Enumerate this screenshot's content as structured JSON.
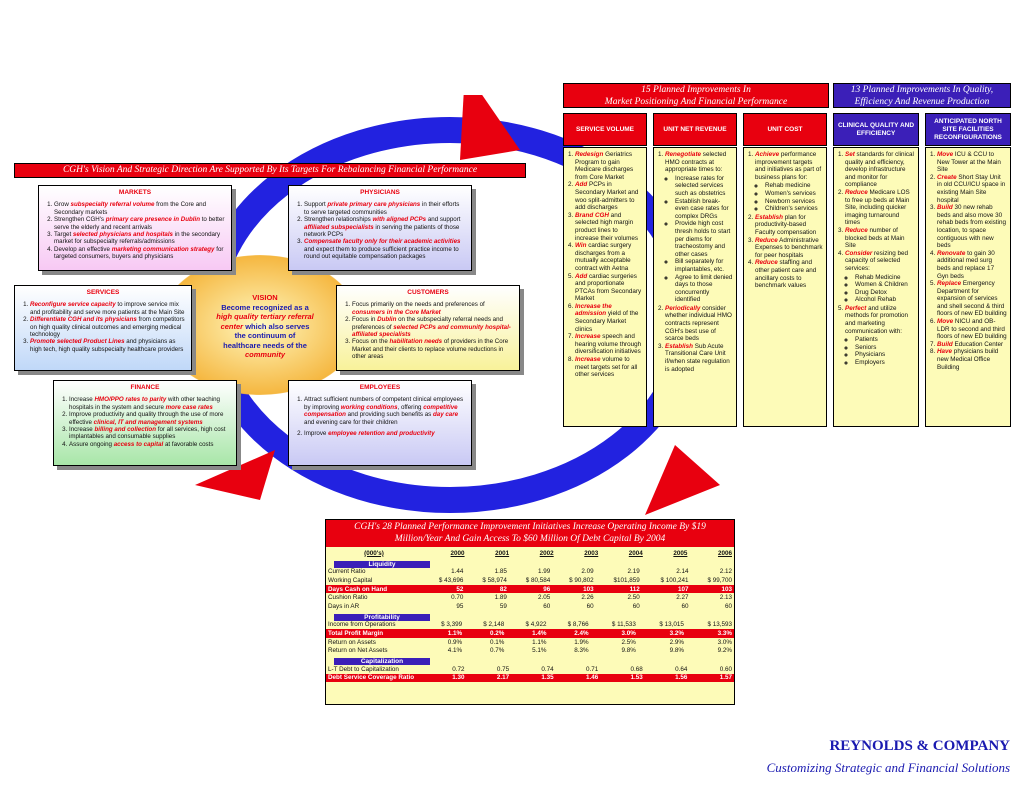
{
  "vision_header": "CGH's Vision And Strategic Direction Are Supported By Its Targets For Rebalancing Financial Performance",
  "positioning_header": "15 Planned Improvements In\nMarket Positioning And Financial Performance",
  "quality_header": "13 Planned Improvements In Quality, Efficiency And Revenue Production",
  "cols": [
    "SERVICE VOLUME",
    "UNIT NET REVENUE",
    "UNIT COST",
    "CLINICAL QUALITY AND EFFICIENCY",
    "ANTICIPATED NORTH SITE FACILITIES RECONFIGURATIONS"
  ],
  "vision": {
    "title": "VISION",
    "text": "Become recognized as a high quality tertiary referral center which also serves the continuum of healthcare needs of the community"
  },
  "boxes": {
    "markets": "MARKETS",
    "physicians": "PHYSICIANS",
    "services": "SERVICES",
    "customers": "CUSTOMERS",
    "finance": "FINANCE",
    "employees": "EMPLOYEES"
  },
  "table": {
    "title": "CGH's 28 Planned Performance Improvement Initiatives Increase Operating Income By $19 Million/Year And Gain Access To $60 Million Of Debt Capital By 2004",
    "years": [
      "(000's)",
      "2000",
      "2001",
      "2002",
      "2003",
      "2004",
      "2005",
      "2006"
    ],
    "liquidity": [
      [
        "Current Ratio",
        "1.44",
        "1.85",
        "1.99",
        "2.09",
        "2.19",
        "2.14",
        "2.12"
      ],
      [
        "Working Capital",
        "$ 43,696",
        "$ 58,974",
        "$ 80,584",
        "$ 90,802",
        "$101,859",
        "$ 100,241",
        "$ 99,700"
      ],
      [
        "Days Cash on Hand",
        "52",
        "82",
        "96",
        "103",
        "112",
        "107",
        "103"
      ],
      [
        "Cushion Ratio",
        "0.70",
        "1.89",
        "2.05",
        "2.26",
        "2.50",
        "2.27",
        "2.13"
      ],
      [
        "Days in AR",
        "95",
        "59",
        "60",
        "60",
        "60",
        "60",
        "60"
      ]
    ],
    "profitability": [
      [
        "Income from Operations",
        "$ 3,399",
        "$ 2,148",
        "$ 4,922",
        "$ 8,766",
        "$ 11,533",
        "$ 13,015",
        "$ 13,593"
      ],
      [
        "Total Profit Margin",
        "1.1%",
        "0.2%",
        "1.4%",
        "2.4%",
        "3.0%",
        "3.2%",
        "3.3%"
      ],
      [
        "Return on Assets",
        "0.9%",
        "0.1%",
        "1.1%",
        "1.9%",
        "2.5%",
        "2.9%",
        "3.0%"
      ],
      [
        "Return on Net Assets",
        "4.1%",
        "0.7%",
        "5.1%",
        "8.3%",
        "9.8%",
        "9.8%",
        "9.2%"
      ]
    ],
    "capitalization": [
      [
        "L-T Debt to Capitalization",
        "0.72",
        "0.75",
        "0.74",
        "0.71",
        "0.68",
        "0.64",
        "0.60"
      ],
      [
        "Debt Service Coverage Ratio",
        "1.30",
        "2.17",
        "1.35",
        "1.46",
        "1.53",
        "1.56",
        "1.57"
      ]
    ],
    "labels": {
      "liq": "Liquidity",
      "prof": "Profitability",
      "cap": "Capitalization"
    }
  },
  "company": "REYNOLDS & COMPANY",
  "tagline": "Customizing Strategic and Financial Solutions"
}
